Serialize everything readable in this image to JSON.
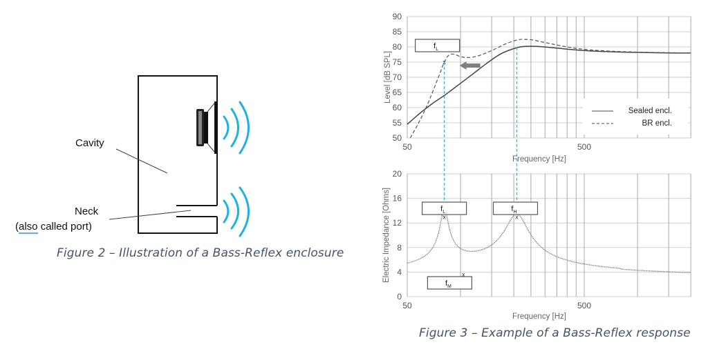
{
  "figure2": {
    "caption": "Figure 2 – Illustration of a Bass-Reflex enclosure",
    "labels": {
      "cavity": "Cavity",
      "neck": "Neck",
      "neck_note_open": "(",
      "neck_note_word": "also",
      "neck_note_rest": " called port)"
    },
    "colors": {
      "waves": "#1fb0e4",
      "outline": "#111111"
    }
  },
  "figure3": {
    "caption": "Figure 3 – Example of a Bass-Reflex response"
  },
  "chart_data": [
    {
      "type": "line",
      "title": "",
      "xlabel": "Frequency [Hz]",
      "ylabel": "Level [dB SPL]",
      "xscale": "log",
      "xlim": [
        50,
        2000
      ],
      "ylim": [
        50,
        90
      ],
      "x_tick_labels": [
        "50",
        "500"
      ],
      "x_tick_values": [
        50,
        500
      ],
      "x_grid": [
        50,
        100,
        150,
        200,
        250,
        300,
        350,
        400,
        450,
        500,
        1000,
        1500,
        2000
      ],
      "y_ticks": [
        50,
        55,
        60,
        65,
        70,
        75,
        80,
        85,
        90
      ],
      "grid": true,
      "legend": {
        "placement": "bottom-right",
        "entries": [
          "Sealed encl.",
          "BR encl."
        ]
      },
      "series": [
        {
          "name": "Sealed encl.",
          "style": "solid",
          "x": [
            50,
            60,
            70,
            81,
            90,
            100,
            120,
            140,
            170,
            210,
            240,
            280,
            350,
            500,
            700,
            1000,
            1500,
            2000
          ],
          "values": [
            54.5,
            58.5,
            61.5,
            64,
            66,
            68,
            71.5,
            74.5,
            77.8,
            79.8,
            80.2,
            80.1,
            79.6,
            78.8,
            78.4,
            78.2,
            78.0,
            78.0
          ]
        },
        {
          "name": "BR encl.",
          "style": "dashed",
          "x": [
            52,
            58,
            65,
            75,
            81,
            86,
            92,
            100,
            110,
            125,
            150,
            180,
            210,
            230,
            260,
            320,
            400,
            500,
            700,
            1000,
            1500,
            2000
          ],
          "values": [
            50,
            55,
            61,
            70,
            75,
            77.3,
            77.6,
            76.8,
            76.5,
            77,
            78.8,
            81,
            82.3,
            82.5,
            82.2,
            81.1,
            80,
            79.2,
            78.6,
            78.3,
            78.1,
            78.0
          ]
        }
      ],
      "annotations": [
        {
          "text": "f",
          "subscript": "L",
          "marker_x": 81,
          "marker_y": 75
        }
      ],
      "arrow": {
        "direction": "left",
        "color": "#7f7f7f"
      },
      "guide_lines": [
        81,
        208
      ]
    },
    {
      "type": "line",
      "title": "",
      "xlabel": "Frequency [Hz]",
      "ylabel": "Electric Impedance [Ohms]",
      "xscale": "log",
      "xlim": [
        50,
        2000
      ],
      "ylim": [
        0,
        20
      ],
      "x_tick_labels": [
        "50",
        "500"
      ],
      "x_tick_values": [
        50,
        500
      ],
      "x_grid": [
        50,
        100,
        150,
        200,
        250,
        300,
        350,
        400,
        450,
        500,
        1000,
        1500,
        2000
      ],
      "y_ticks": [
        0,
        4,
        8,
        12,
        16,
        20
      ],
      "grid": true,
      "series": [
        {
          "name": "Impedance",
          "style": "dotted",
          "peaks": [
            {
              "f": 81,
              "z": 13,
              "q": 9
            },
            {
              "f": 208,
              "z": 13,
              "q": 3.2
            }
          ],
          "baseline": 3.7
        }
      ],
      "annotations": [
        {
          "text": "f",
          "subscript": "L",
          "marker_x": 81,
          "marker_y": 13
        },
        {
          "text": "f",
          "subscript": "H",
          "marker_x": 208,
          "marker_y": 13
        },
        {
          "text": "f",
          "subscript": "M",
          "marker_x": 104,
          "marker_y": 3.6
        }
      ],
      "guide_color": "#3cb6e6"
    }
  ]
}
